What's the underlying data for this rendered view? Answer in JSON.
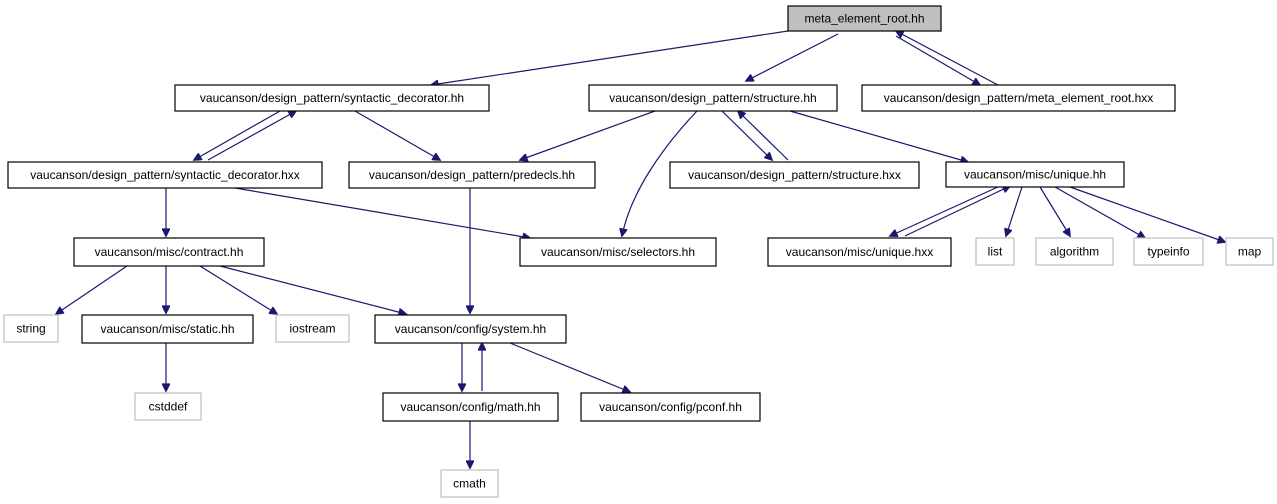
{
  "graph": {
    "colors": {
      "edge": "#191970",
      "root_fill": "#bfbfbf",
      "box_stroke": "#000000",
      "external_stroke": "#bfbfbf"
    },
    "nodes": [
      {
        "id": "root",
        "label": "meta_element_root.hh",
        "kind": "root"
      },
      {
        "id": "syn_hh",
        "label": "vaucanson/design_pattern/syntactic_decorator.hh",
        "kind": "file"
      },
      {
        "id": "struct_hh",
        "label": "vaucanson/design_pattern/structure.hh",
        "kind": "file"
      },
      {
        "id": "mer_hxx",
        "label": "vaucanson/design_pattern/meta_element_root.hxx",
        "kind": "file"
      },
      {
        "id": "syn_hxx",
        "label": "vaucanson/design_pattern/syntactic_decorator.hxx",
        "kind": "file"
      },
      {
        "id": "predecls",
        "label": "vaucanson/design_pattern/predecls.hh",
        "kind": "file"
      },
      {
        "id": "struct_hxx",
        "label": "vaucanson/design_pattern/structure.hxx",
        "kind": "file"
      },
      {
        "id": "unique_hh",
        "label": "vaucanson/misc/unique.hh",
        "kind": "file"
      },
      {
        "id": "contract",
        "label": "vaucanson/misc/contract.hh",
        "kind": "file"
      },
      {
        "id": "selectors",
        "label": "vaucanson/misc/selectors.hh",
        "kind": "file"
      },
      {
        "id": "unique_hxx",
        "label": "vaucanson/misc/unique.hxx",
        "kind": "file"
      },
      {
        "id": "list",
        "label": "list",
        "kind": "external"
      },
      {
        "id": "algorithm",
        "label": "algorithm",
        "kind": "external"
      },
      {
        "id": "typeinfo",
        "label": "typeinfo",
        "kind": "external"
      },
      {
        "id": "map",
        "label": "map",
        "kind": "external"
      },
      {
        "id": "string",
        "label": "string",
        "kind": "external"
      },
      {
        "id": "static",
        "label": "vaucanson/misc/static.hh",
        "kind": "file"
      },
      {
        "id": "iostream",
        "label": "iostream",
        "kind": "external"
      },
      {
        "id": "system",
        "label": "vaucanson/config/system.hh",
        "kind": "file"
      },
      {
        "id": "cstddef",
        "label": "cstddef",
        "kind": "external"
      },
      {
        "id": "math",
        "label": "vaucanson/config/math.hh",
        "kind": "file"
      },
      {
        "id": "pconf",
        "label": "vaucanson/config/pconf.hh",
        "kind": "file"
      },
      {
        "id": "cmath",
        "label": "cmath",
        "kind": "external"
      }
    ],
    "edges": [
      {
        "from": "root",
        "to": "syn_hh"
      },
      {
        "from": "root",
        "to": "struct_hh"
      },
      {
        "from": "root",
        "to": "mer_hxx"
      },
      {
        "from": "mer_hxx",
        "to": "root"
      },
      {
        "from": "syn_hh",
        "to": "syn_hxx"
      },
      {
        "from": "syn_hxx",
        "to": "syn_hh"
      },
      {
        "from": "syn_hh",
        "to": "predecls"
      },
      {
        "from": "struct_hh",
        "to": "predecls"
      },
      {
        "from": "struct_hh",
        "to": "selectors"
      },
      {
        "from": "struct_hh",
        "to": "struct_hxx"
      },
      {
        "from": "struct_hxx",
        "to": "struct_hh"
      },
      {
        "from": "struct_hh",
        "to": "unique_hh"
      },
      {
        "from": "syn_hxx",
        "to": "contract"
      },
      {
        "from": "syn_hxx",
        "to": "selectors"
      },
      {
        "from": "predecls",
        "to": "system"
      },
      {
        "from": "unique_hh",
        "to": "unique_hxx"
      },
      {
        "from": "unique_hxx",
        "to": "unique_hh"
      },
      {
        "from": "unique_hh",
        "to": "list"
      },
      {
        "from": "unique_hh",
        "to": "algorithm"
      },
      {
        "from": "unique_hh",
        "to": "typeinfo"
      },
      {
        "from": "unique_hh",
        "to": "map"
      },
      {
        "from": "contract",
        "to": "string"
      },
      {
        "from": "contract",
        "to": "static"
      },
      {
        "from": "contract",
        "to": "iostream"
      },
      {
        "from": "contract",
        "to": "system"
      },
      {
        "from": "static",
        "to": "cstddef"
      },
      {
        "from": "system",
        "to": "math"
      },
      {
        "from": "math",
        "to": "system"
      },
      {
        "from": "system",
        "to": "pconf"
      },
      {
        "from": "math",
        "to": "cmath"
      }
    ]
  }
}
